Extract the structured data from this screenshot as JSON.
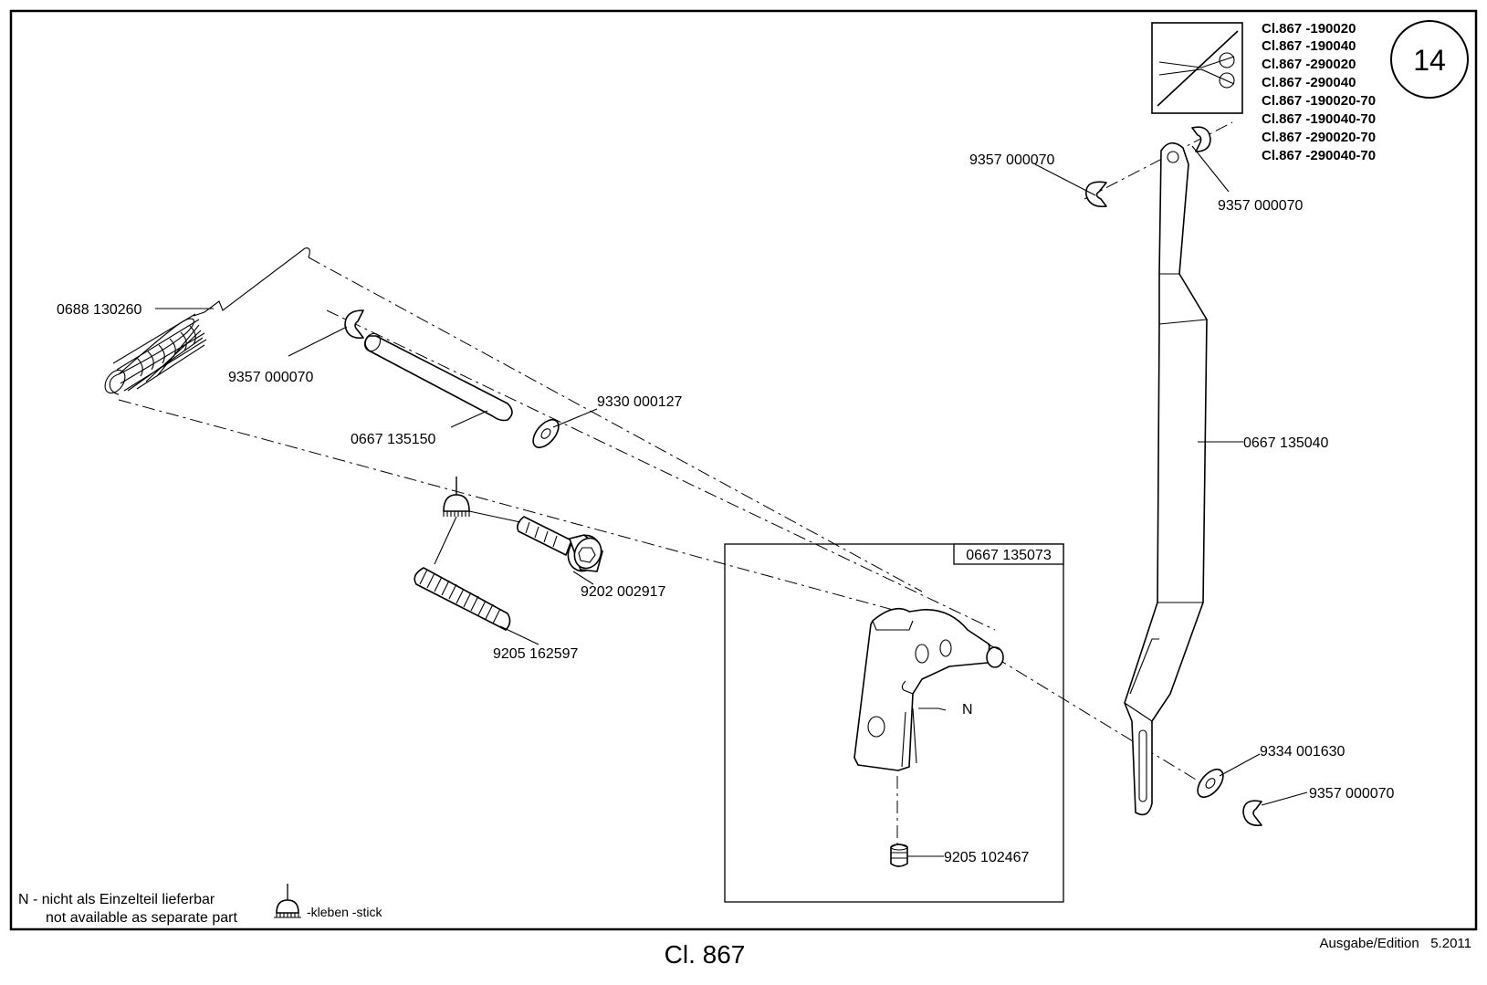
{
  "page_number": "14",
  "machine_classes": [
    "Cl.867 -190020",
    "Cl.867 -190040",
    "Cl.867 -290020",
    "Cl.867 -290040",
    "Cl.867 -190020-70",
    "Cl.867 -190040-70",
    "Cl.867 -290020-70",
    "Cl.867 -290040-70"
  ],
  "part_labels": {
    "clip_top_left": "9357 000070",
    "clip_top_right": "9357 000070",
    "spring": "0688 130260",
    "clip_pin": "9357 000070",
    "pin": "0667 135150",
    "washer_pin": "9330 000127",
    "screw": "9202 002917",
    "stud": "9205 162597",
    "lever": "0667 135040",
    "assembly": "0667 135073",
    "n_marker": "N",
    "washer_lever": "9334 001630",
    "clip_lever": "9357 000070",
    "set_screw": "9205 102467"
  },
  "legend": {
    "n_line1": "N - nicht als Einzelteil lieferbar",
    "n_line2": "not available as separate part",
    "glue": "-kleben -stick"
  },
  "footer": {
    "title": "Cl. 867",
    "edition": "Ausgabe/Edition   5.2011"
  }
}
